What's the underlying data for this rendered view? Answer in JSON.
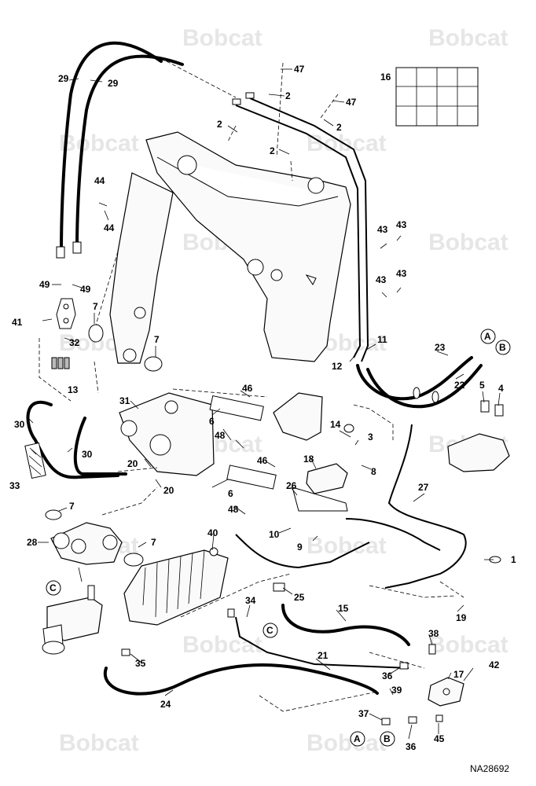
{
  "watermark": "Bobcat",
  "drawing_code": "NA28692",
  "connectors": {
    "a": "A",
    "b": "B",
    "c": "C"
  },
  "callouts": {
    "n1": "1",
    "n2": "2",
    "n3": "3",
    "n4": "4",
    "n5": "5",
    "n6": "6",
    "n7": "7",
    "n8": "8",
    "n9": "9",
    "n10": "10",
    "n11": "11",
    "n12": "12",
    "n13": "13",
    "n14": "14",
    "n15": "15",
    "n16": "16",
    "n17": "17",
    "n18": "18",
    "n19": "19",
    "n20": "20",
    "n21": "21",
    "n22": "22",
    "n23": "23",
    "n24": "24",
    "n25": "25",
    "n26": "26",
    "n27": "27",
    "n28": "28",
    "n29": "29",
    "n30": "30",
    "n31": "31",
    "n32": "32",
    "n33": "33",
    "n34": "34",
    "n35": "35",
    "n36": "36",
    "n37": "37",
    "n38": "38",
    "n39": "39",
    "n40": "40",
    "n41": "41",
    "n42": "42",
    "n43": "43",
    "n44": "44",
    "n45": "45",
    "n46": "46",
    "n47": "47",
    "n48": "48",
    "n49": "49"
  }
}
